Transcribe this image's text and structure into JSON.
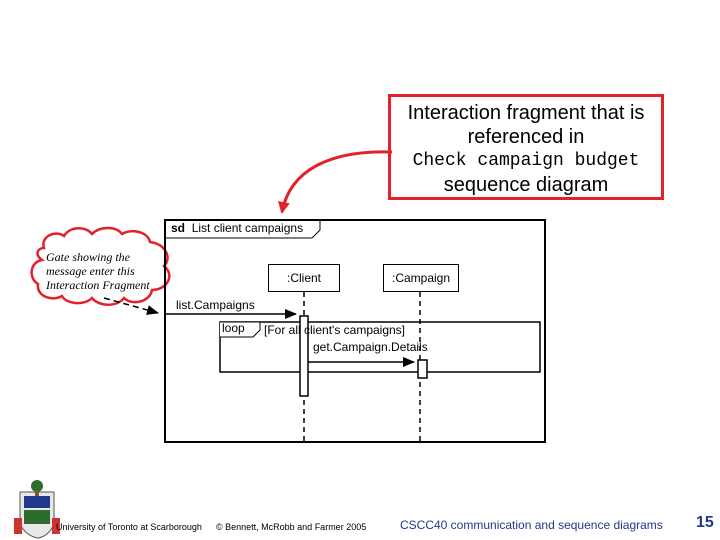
{
  "callout": {
    "line1": "Interaction fragment that is",
    "line2": "referenced in",
    "line3": "Check campaign budget",
    "line4": "sequence diagram"
  },
  "sd": {
    "keyword": "sd",
    "name": "List client campaigns",
    "lifelines": [
      ":Client",
      ":Campaign"
    ],
    "message_in": "list.Campaigns",
    "fragment_operator": "loop",
    "guard": "[For all client's campaigns]",
    "message_inner": "get.Campaign.Details"
  },
  "gate_note": {
    "line1": "Gate showing the",
    "line2": "message enter this",
    "line3": "Interaction Fragment"
  },
  "footer": {
    "left": "University of Toronto at Scarborough",
    "middle": "© Bennett, McRobb and Farmer 2005",
    "right": "CSCC40  communication and sequence diagrams",
    "page": "15"
  },
  "colors": {
    "callout_red": "#e3212b",
    "footer_blue": "#1f3a8a"
  }
}
